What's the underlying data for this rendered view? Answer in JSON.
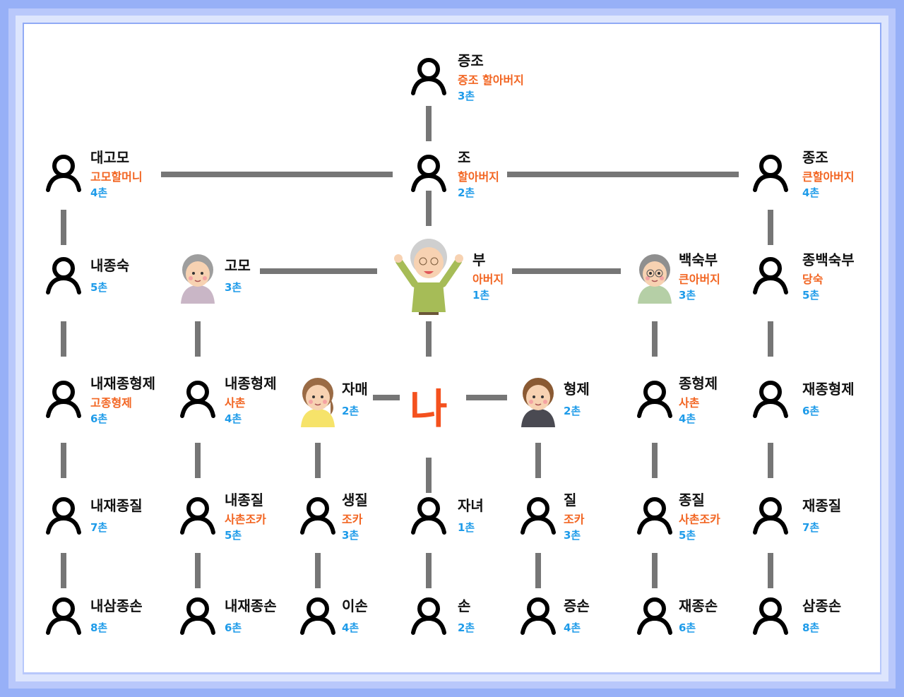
{
  "colors": {
    "name": "#111111",
    "relation": "#f26522",
    "chon": "#1e9be9",
    "connector": "#767676",
    "me": "#f4511e",
    "frame": "#97b0f7"
  },
  "me_label": "나",
  "rows": [
    [
      null,
      null,
      null,
      {
        "name": "증조",
        "relation": "증조 할아버지",
        "chon": "3촌",
        "icon": "person-icon"
      },
      null,
      null,
      null
    ],
    [
      {
        "name": "대고모",
        "relation": "고모할머니",
        "chon": "4촌",
        "icon": "person-icon"
      },
      null,
      null,
      {
        "name": "조",
        "relation": "할아버지",
        "chon": "2촌",
        "icon": "person-icon"
      },
      null,
      null,
      {
        "name": "종조",
        "relation": "큰할아버지",
        "chon": "4촌",
        "icon": "person-icon"
      }
    ],
    [
      {
        "name": "내종숙",
        "relation": null,
        "chon": "5촌",
        "icon": "person-icon"
      },
      {
        "name": "고모",
        "relation": null,
        "chon": "3촌",
        "icon": "grandmother-illustration"
      },
      null,
      {
        "name": "부",
        "relation": "아버지",
        "chon": "1촌",
        "icon": "father-illustration"
      },
      null,
      {
        "name": "백숙부",
        "relation": "큰아버지",
        "chon": "3촌",
        "icon": "uncle-illustration"
      },
      {
        "name": "종백숙부",
        "relation": "당숙",
        "chon": "5촌",
        "icon": "person-icon"
      }
    ],
    [
      {
        "name": "내재종형제",
        "relation": "고종형제",
        "chon": "6촌",
        "icon": "person-icon"
      },
      {
        "name": "내종형제",
        "relation": "사촌",
        "chon": "4촌",
        "icon": "person-icon"
      },
      {
        "name": "자매",
        "relation": null,
        "chon": "2촌",
        "icon": "girl-illustration"
      },
      null,
      {
        "name": "형제",
        "relation": null,
        "chon": "2촌",
        "icon": "boy-illustration"
      },
      {
        "name": "종형제",
        "relation": "사촌",
        "chon": "4촌",
        "icon": "person-icon"
      },
      {
        "name": "재종형제",
        "relation": null,
        "chon": "6촌",
        "icon": "person-icon"
      }
    ],
    [
      {
        "name": "내재종질",
        "relation": null,
        "chon": "7촌",
        "icon": "person-icon"
      },
      {
        "name": "내종질",
        "relation": "사촌조카",
        "chon": "5촌",
        "icon": "person-icon"
      },
      {
        "name": "생질",
        "relation": "조카",
        "chon": "3촌",
        "icon": "person-icon"
      },
      {
        "name": "자녀",
        "relation": null,
        "chon": "1촌",
        "icon": "person-icon"
      },
      {
        "name": "질",
        "relation": "조카",
        "chon": "3촌",
        "icon": "person-icon"
      },
      {
        "name": "종질",
        "relation": "사촌조카",
        "chon": "5촌",
        "icon": "person-icon"
      },
      {
        "name": "재종질",
        "relation": null,
        "chon": "7촌",
        "icon": "person-icon"
      }
    ],
    [
      {
        "name": "내삼종손",
        "relation": null,
        "chon": "8촌",
        "icon": "person-icon"
      },
      {
        "name": "내재종손",
        "relation": null,
        "chon": "6촌",
        "icon": "person-icon"
      },
      {
        "name": "이손",
        "relation": null,
        "chon": "4촌",
        "icon": "person-icon"
      },
      {
        "name": "손",
        "relation": null,
        "chon": "2촌",
        "icon": "person-icon"
      },
      {
        "name": "증손",
        "relation": null,
        "chon": "4촌",
        "icon": "person-icon"
      },
      {
        "name": "재종손",
        "relation": null,
        "chon": "6촌",
        "icon": "person-icon"
      },
      {
        "name": "삼종손",
        "relation": null,
        "chon": "8촌",
        "icon": "person-icon"
      }
    ]
  ]
}
